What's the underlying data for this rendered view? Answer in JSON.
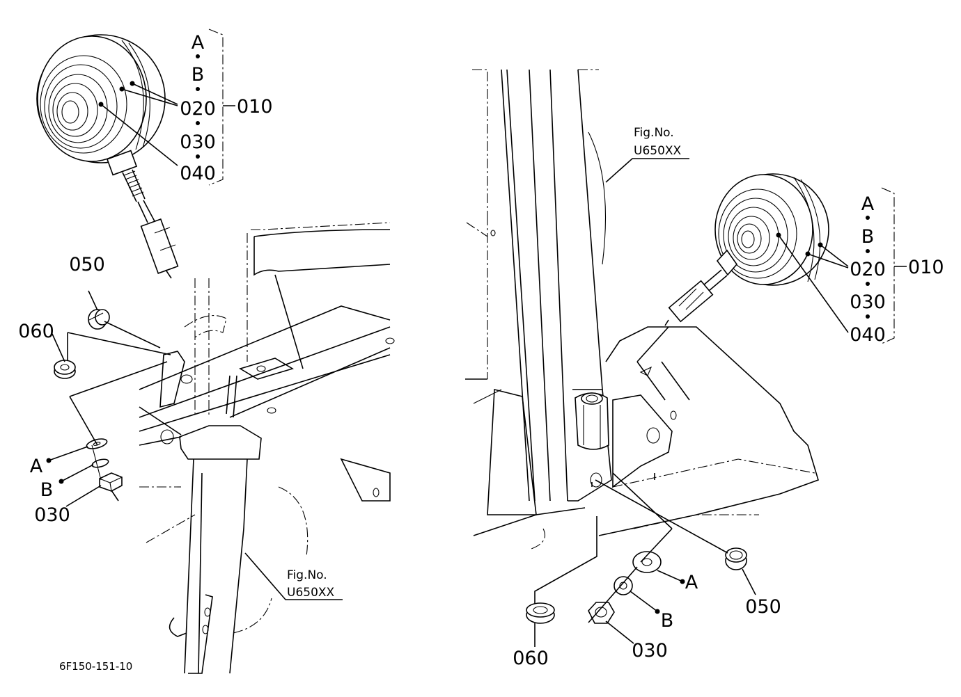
{
  "left": {
    "group_letters": [
      "A",
      "B"
    ],
    "lamp_parts": [
      "020",
      "030",
      "040"
    ],
    "assembly": "010",
    "parts": {
      "p050": "050",
      "p060": "060",
      "A": "A",
      "B": "B",
      "p030": "030"
    },
    "fig_ref": {
      "line1": "Fig.No.",
      "line2": "U650XX"
    }
  },
  "right": {
    "group_letters": [
      "A",
      "B"
    ],
    "lamp_parts": [
      "020",
      "030",
      "040"
    ],
    "assembly": "010",
    "parts": {
      "A": "A",
      "p050": "050",
      "B": "B",
      "p060": "060",
      "p030": "030"
    },
    "fig_ref": {
      "line1": "Fig.No.",
      "line2": "U650XX"
    }
  },
  "drawing_code": "6F150-151-10"
}
